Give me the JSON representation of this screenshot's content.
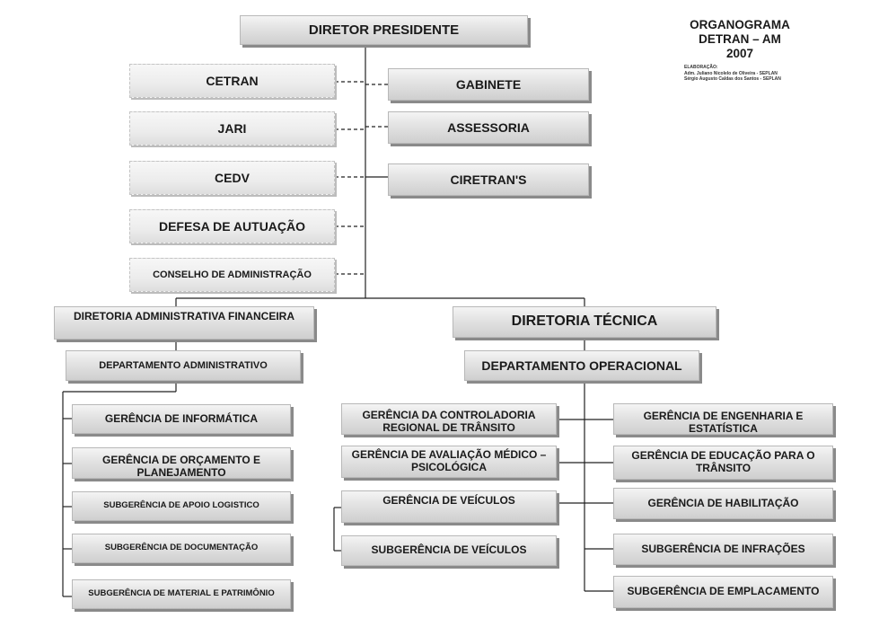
{
  "title": {
    "line1": "ORGANOGRAMA",
    "line2": "DETRAN – AM",
    "line3": "2007"
  },
  "credits": {
    "label": "ELABORAÇÃO:",
    "line1": "Adm. Juliano Nicolelo de Oliveira - SEPLAN",
    "line2": "Sérgio Augusto Caldas dos Santos - SEPLAN"
  },
  "nodes": {
    "director": "DIRETOR PRESIDENTE",
    "cetran": "CETRAN",
    "jari": "JARI",
    "cedv": "CEDV",
    "defesa": "DEFESA DE AUTUAÇÃO",
    "conselho": "CONSELHO DE ADMINISTRAÇÃO",
    "gabinete": "GABINETE",
    "assessoria": "ASSESSORIA",
    "ciretrans": "CIRETRAN'S",
    "dir_adm": "DIRETORIA ADMINISTRATIVA FINANCEIRA",
    "dir_tec": "DIRETORIA TÉCNICA",
    "dep_adm": "DEPARTAMENTO ADMINISTRATIVO",
    "dep_op": "DEPARTAMENTO OPERACIONAL",
    "ger_info": "GERÊNCIA DE INFORMÁTICA",
    "ger_orc": "GERÊNCIA DE ORÇAMENTO E PLANEJAMENTO",
    "sub_apoio": "SUBGERÊNCIA DE APOIO LOGISTICO",
    "sub_doc": "SUBGERÊNCIA DE DOCUMENTAÇÃO",
    "sub_mat": "SUBGERÊNCIA DE MATERIAL E PATRIMÔNIO",
    "ger_ctrl": "GERÊNCIA DA CONTROLADORIA REGIONAL DE TRÂNSITO",
    "ger_aval": "GERÊNCIA DE AVALIAÇÃO MÉDICO – PSICOLÓGICA",
    "ger_veic": "GERÊNCIA DE VEÍCULOS",
    "sub_veic": "SUBGERÊNCIA DE VEÍCULOS",
    "ger_eng": "GERÊNCIA DE ENGENHARIA E ESTATÍSTICA",
    "ger_edu": "GERÊNCIA DE EDUCAÇÃO PARA O TRÂNSITO",
    "ger_hab": "GERÊNCIA DE HABILITAÇÃO",
    "sub_infra": "SUBGERÊNCIA DE INFRAÇÕES",
    "sub_empl": "SUBGERÊNCIA DE EMPLACAMENTO"
  }
}
